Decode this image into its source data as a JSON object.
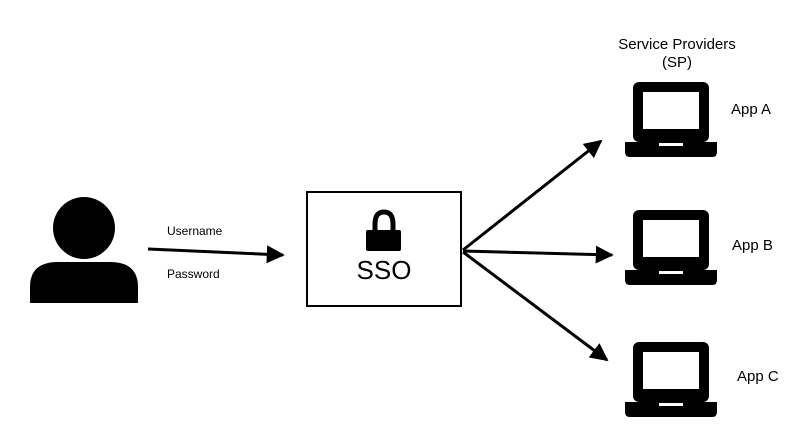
{
  "colors": {
    "ink": "#000000",
    "background": "#ffffff"
  },
  "user": {
    "icon": "user-icon",
    "username_label": "Username",
    "password_label": "Password"
  },
  "sso": {
    "icon": "lock-icon",
    "label": "SSO"
  },
  "service_providers": {
    "title_line1": "Service Providers",
    "title_line2": "(SP)",
    "apps": [
      {
        "label": "App A",
        "icon": "laptop-icon"
      },
      {
        "label": "App B",
        "icon": "laptop-icon"
      },
      {
        "label": "App C",
        "icon": "laptop-icon"
      }
    ]
  }
}
